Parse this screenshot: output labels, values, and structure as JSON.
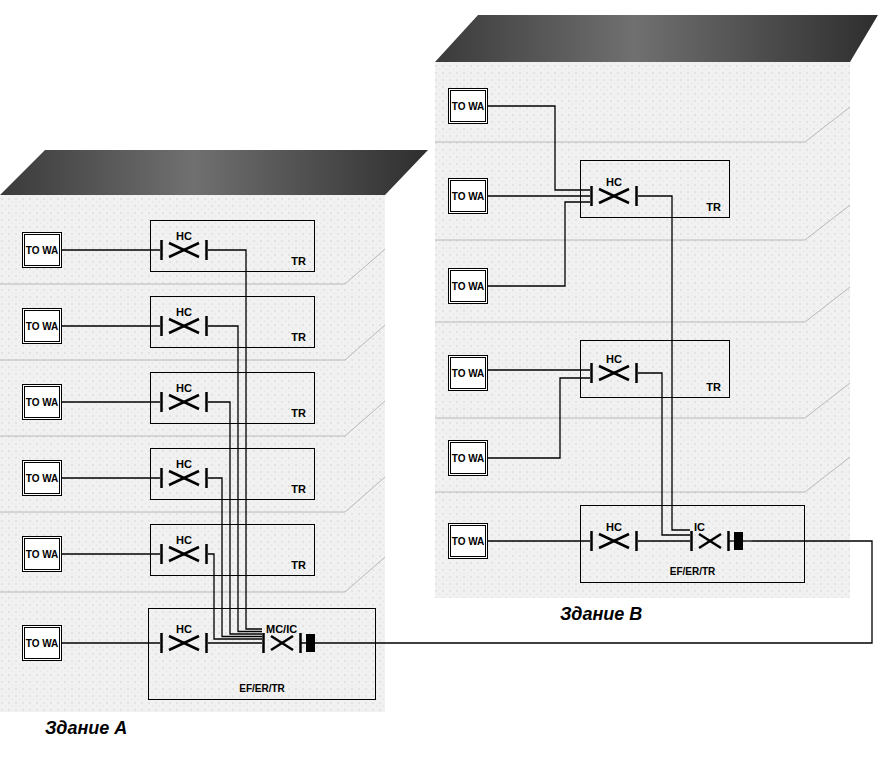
{
  "diagram": {
    "nodes": [
      {
        "text": [
          "TO WA"
        ]
      },
      {
        "text": [
          "TR"
        ]
      },
      {
        "text": [
          "HC"
        ],
        "in": 1
      },
      {
        "text": [
          "TO WA"
        ]
      },
      {
        "text": [
          "TR"
        ]
      },
      {
        "text": [
          "HC"
        ],
        "in": 4
      },
      {
        "text": [
          "TO WA"
        ]
      },
      {
        "text": [
          "TR"
        ]
      },
      {
        "text": [
          "HC"
        ],
        "in": 7
      },
      {
        "text": [
          "TO WA"
        ]
      },
      {
        "text": [
          "TR"
        ]
      },
      {
        "text": [
          "HC"
        ],
        "in": 10
      },
      {
        "text": [
          "TO WA"
        ]
      },
      {
        "text": [
          "TR"
        ]
      },
      {
        "text": [
          "HC"
        ],
        "in": 13
      },
      {
        "text": [
          "TO WA"
        ]
      },
      {
        "text": [
          "EF/ER/TR"
        ]
      },
      {
        "text": [
          "HC"
        ],
        "in": 16
      },
      {
        "text": [
          "MC/IC"
        ],
        "in": 16
      },
      {
        "text": [
          "TO WA"
        ]
      },
      {
        "text": [
          "TO WA"
        ]
      },
      {
        "text": [
          "TO WA"
        ]
      },
      {
        "text": [
          "TR"
        ]
      },
      {
        "text": [
          "HC"
        ],
        "in": 22
      },
      {
        "text": [
          "TO WA"
        ]
      },
      {
        "text": [
          "TO WA"
        ]
      },
      {
        "text": [
          "TR"
        ]
      },
      {
        "text": [
          "HC"
        ],
        "in": 26
      },
      {
        "text": [
          "TO WA"
        ]
      },
      {
        "text": [
          "EF/ER/TR"
        ]
      },
      {
        "text": [
          "HC"
        ],
        "in": 29
      },
      {
        "text": [
          "IC"
        ],
        "in": 29
      }
    ],
    "edges": [
      {
        "from": 0,
        "to": 2,
        "arrow": "none"
      },
      {
        "from": 3,
        "to": 5,
        "arrow": "none"
      },
      {
        "from": 6,
        "to": 8,
        "arrow": "none"
      },
      {
        "from": 9,
        "to": 11,
        "arrow": "none"
      },
      {
        "from": 12,
        "to": 14,
        "arrow": "none"
      },
      {
        "from": 15,
        "to": 17,
        "arrow": "none"
      },
      {
        "from": 2,
        "to": 18,
        "arrow": "none"
      },
      {
        "from": 5,
        "to": 18,
        "arrow": "none"
      },
      {
        "from": 8,
        "to": 18,
        "arrow": "none"
      },
      {
        "from": 11,
        "to": 18,
        "arrow": "none"
      },
      {
        "from": 14,
        "to": 18,
        "arrow": "none"
      },
      {
        "from": 17,
        "to": 18,
        "arrow": "none"
      },
      {
        "from": 19,
        "to": 23,
        "arrow": "none"
      },
      {
        "from": 20,
        "to": 23,
        "arrow": "none"
      },
      {
        "from": 21,
        "to": 23,
        "arrow": "none"
      },
      {
        "from": 24,
        "to": 27,
        "arrow": "none"
      },
      {
        "from": 25,
        "to": 27,
        "arrow": "none"
      },
      {
        "from": 28,
        "to": 30,
        "arrow": "none"
      },
      {
        "from": 23,
        "to": 31,
        "arrow": "none"
      },
      {
        "from": 27,
        "to": 31,
        "arrow": "none"
      },
      {
        "from": 30,
        "to": 31,
        "arrow": "none"
      },
      {
        "from": 31,
        "to": 18,
        "arrow": "none"
      }
    ],
    "labels": [
      "Здание А",
      "Здание В"
    ]
  }
}
